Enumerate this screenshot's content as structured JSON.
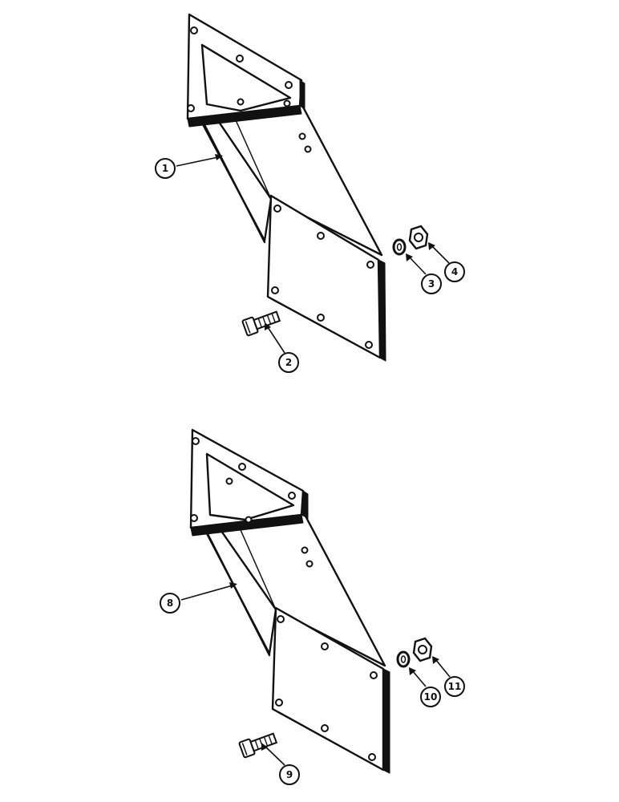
{
  "callouts": {
    "c1": "1",
    "c2": "2",
    "c3": "3",
    "c4": "4",
    "c8": "8",
    "c9": "9",
    "c10": "10",
    "c11": "11"
  }
}
